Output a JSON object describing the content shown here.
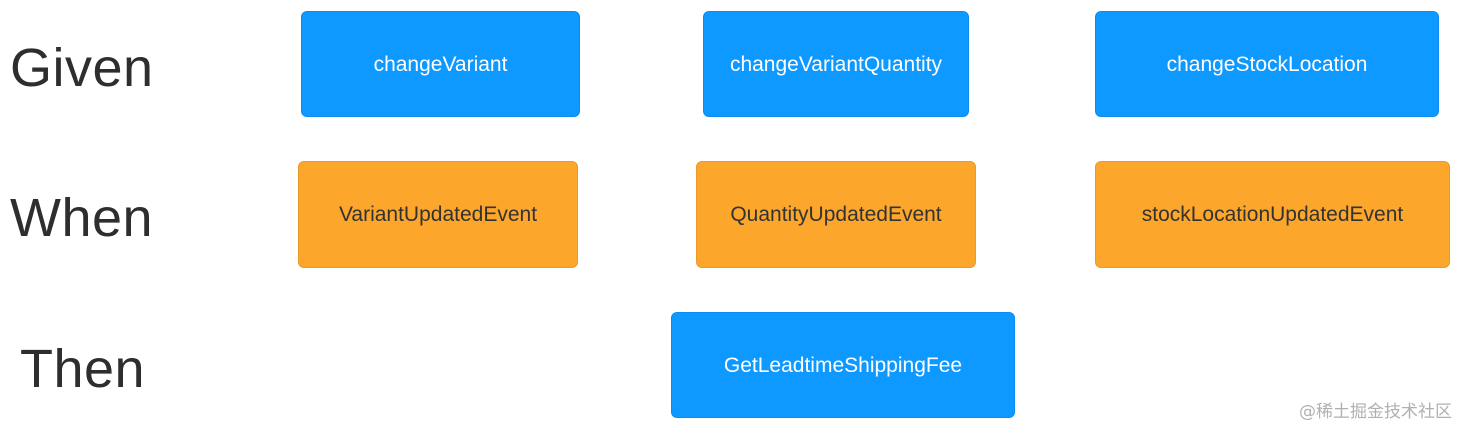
{
  "rows": {
    "given": {
      "label": "Given",
      "boxes": [
        "changeVariant",
        "changeVariantQuantity",
        "changeStockLocation"
      ]
    },
    "when": {
      "label": "When",
      "boxes": [
        "VariantUpdatedEvent",
        "QuantityUpdatedEvent",
        "stockLocationUpdatedEvent"
      ]
    },
    "then": {
      "label": "Then",
      "boxes": [
        "GetLeadtimeShippingFee"
      ]
    }
  },
  "watermark": "@稀土掘金技术社区",
  "colors": {
    "command": "#0d99ff",
    "event": "#fca62b",
    "label": "#2e2e2e"
  }
}
